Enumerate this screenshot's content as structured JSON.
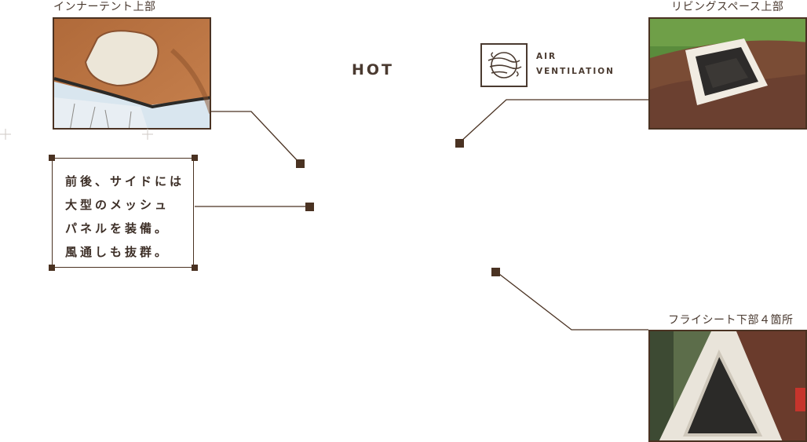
{
  "labels": {
    "inner_tent_top": "インナーテント上部",
    "living_space_top": "リビングスペース上部",
    "fly_sheet_bottom": "フライシート下部４箇所"
  },
  "hot": "HOT",
  "air_ventilation": {
    "icon": "air-ventilation-icon",
    "line1": "AIR",
    "line2": "VENTILATION"
  },
  "callout": {
    "lines": [
      "前後、サイドには",
      "大型のメッシュ",
      "パネルを装備。",
      "風通しも抜群。"
    ]
  },
  "colors": {
    "text": "#4a3a30",
    "line": "#4a3222",
    "marker": "#4a3222",
    "background": "#ffffff"
  }
}
